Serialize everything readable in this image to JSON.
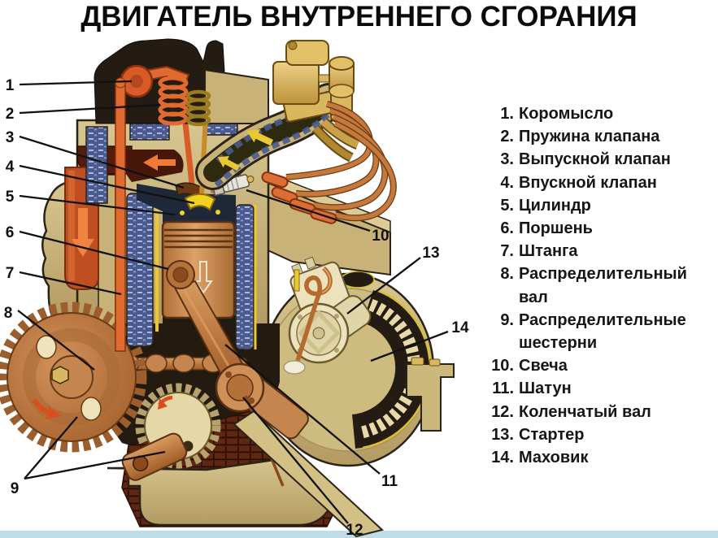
{
  "title": "ДВИГАТЕЛЬ ВНУТРЕННЕГО СГОРАНИЯ",
  "legend": {
    "items": [
      {
        "number": "1.",
        "label": "Коромысло"
      },
      {
        "number": "2.",
        "label": "Пружина клапана"
      },
      {
        "number": "3.",
        "label": "Выпускной клапан"
      },
      {
        "number": "4.",
        "label": "Впускной клапан"
      },
      {
        "number": "5.",
        "label": "Цилиндр"
      },
      {
        "number": "6.",
        "label": "Поршень"
      },
      {
        "number": "7.",
        "label": "Штанга"
      },
      {
        "number": "8.",
        "label": "Распределительный вал"
      },
      {
        "number": "9.",
        "label": "Распределительные шестерни"
      },
      {
        "number": "10.",
        "label": "Свеча"
      },
      {
        "number": "11.",
        "label": "Шатун"
      },
      {
        "number": "12.",
        "label": "Коленчатый вал"
      },
      {
        "number": "13.",
        "label": "Стартер"
      },
      {
        "number": "14.",
        "label": "Маховик"
      }
    ]
  },
  "callouts": [
    "1",
    "2",
    "3",
    "4",
    "5",
    "6",
    "7",
    "8",
    "9",
    "10",
    "11",
    "12",
    "13",
    "14"
  ],
  "colors": {
    "background": "#ffffff",
    "bottom_strip": "#bedde9",
    "engine_tan": "#c9b277",
    "engine_cream": "#e8ddb2",
    "copper": "#c5854e",
    "orange_red": "#d95b28",
    "gold": "#d9b75f",
    "valve_yellow": "#e9c832",
    "coolant_blue": "#4a5a8e",
    "oil_brown": "#5f2711",
    "dark_cutaway": "#241c12",
    "combustion_dark": "#1f2839",
    "callout_black": "#111111"
  }
}
